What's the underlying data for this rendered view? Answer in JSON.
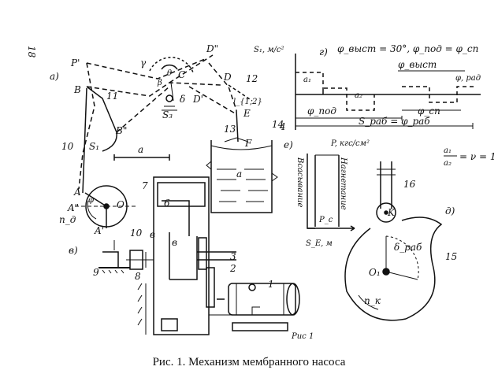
{
  "page_number": "18",
  "caption": "Рис. 1. Механизм мембранного насоса",
  "panels": {
    "a": "а)",
    "b": "в)",
    "g": "г)",
    "d": "д)",
    "e": "е)"
  },
  "points": {
    "P1": "P'",
    "B": "B",
    "C": "C",
    "D2": "D\"",
    "D": "D",
    "D1": "D'",
    "S3": "S₃",
    "E": "E",
    "F": "F",
    "Bpp": "B\"",
    "S1": "S₁",
    "A": "A",
    "A1": "A'",
    "Ap": "A\"",
    "O": "O",
    "K": "K",
    "O1": "O₁"
  },
  "dims": {
    "a_dist": "a",
    "ng": "n_д",
    "nk": "n_к",
    "phi": "φ",
    "gamma": "γ",
    "d_length": "δ",
    "b1": "в",
    "b2": "в",
    "l12": "l_{1,2}",
    "beta": "β",
    "theta": "θ",
    "a_fluid": "a"
  },
  "parts": {
    "p1": "1",
    "p2": "2",
    "p3": "3",
    "p4": "4",
    "p6": "6",
    "p7": "7",
    "p8": "8",
    "p9": "9",
    "p10a": "10",
    "p10b": "10",
    "p11": "11",
    "p12": "12",
    "p13": "13",
    "p14": "14",
    "p15": "15",
    "p16": "16"
  },
  "cam_diagram": {
    "yaxis": "S₁, м/с²",
    "title": "φ_выст = 30°, φ_под = φ_сп",
    "phi_vyst": "φ_выст",
    "phi_pod": "φ_под",
    "phi_sp": "φ_сп",
    "a1": "a₁",
    "a2": "a₂",
    "s_rab": "S_раб = φ_раб",
    "rad": "φ, рад",
    "ratio_num": "a₁",
    "ratio_den": "a₂",
    "ratio_val": "= ν = 1"
  },
  "pressure_diagram": {
    "yaxis": "P, кгс/см²",
    "suction": "Всасывание",
    "discharge": "Нагнетание",
    "pc": "P_c",
    "xaxis": "S_E, м"
  },
  "cam": {
    "phi_rab": "δ_раб"
  },
  "footer": "Рис 1"
}
